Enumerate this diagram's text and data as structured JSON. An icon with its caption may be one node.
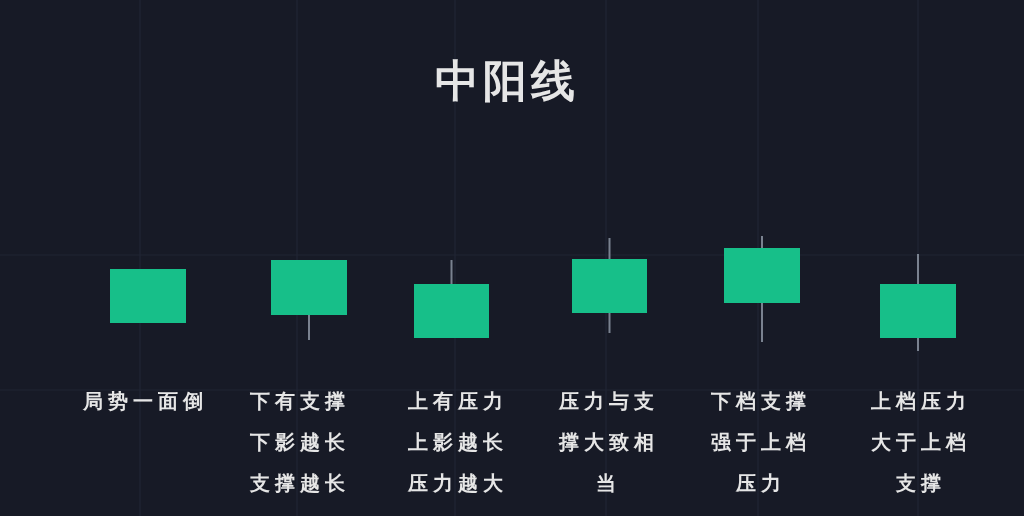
{
  "diagram": {
    "title": "中阳线",
    "labels": [
      "局势一面倒",
      "下有支撑下影越长支撑越长",
      "上有压力上影越长压力越大",
      "压力与支撑大致相当",
      "下档支撑强于上档压力",
      "上档压力大于上档支撑"
    ]
  }
}
